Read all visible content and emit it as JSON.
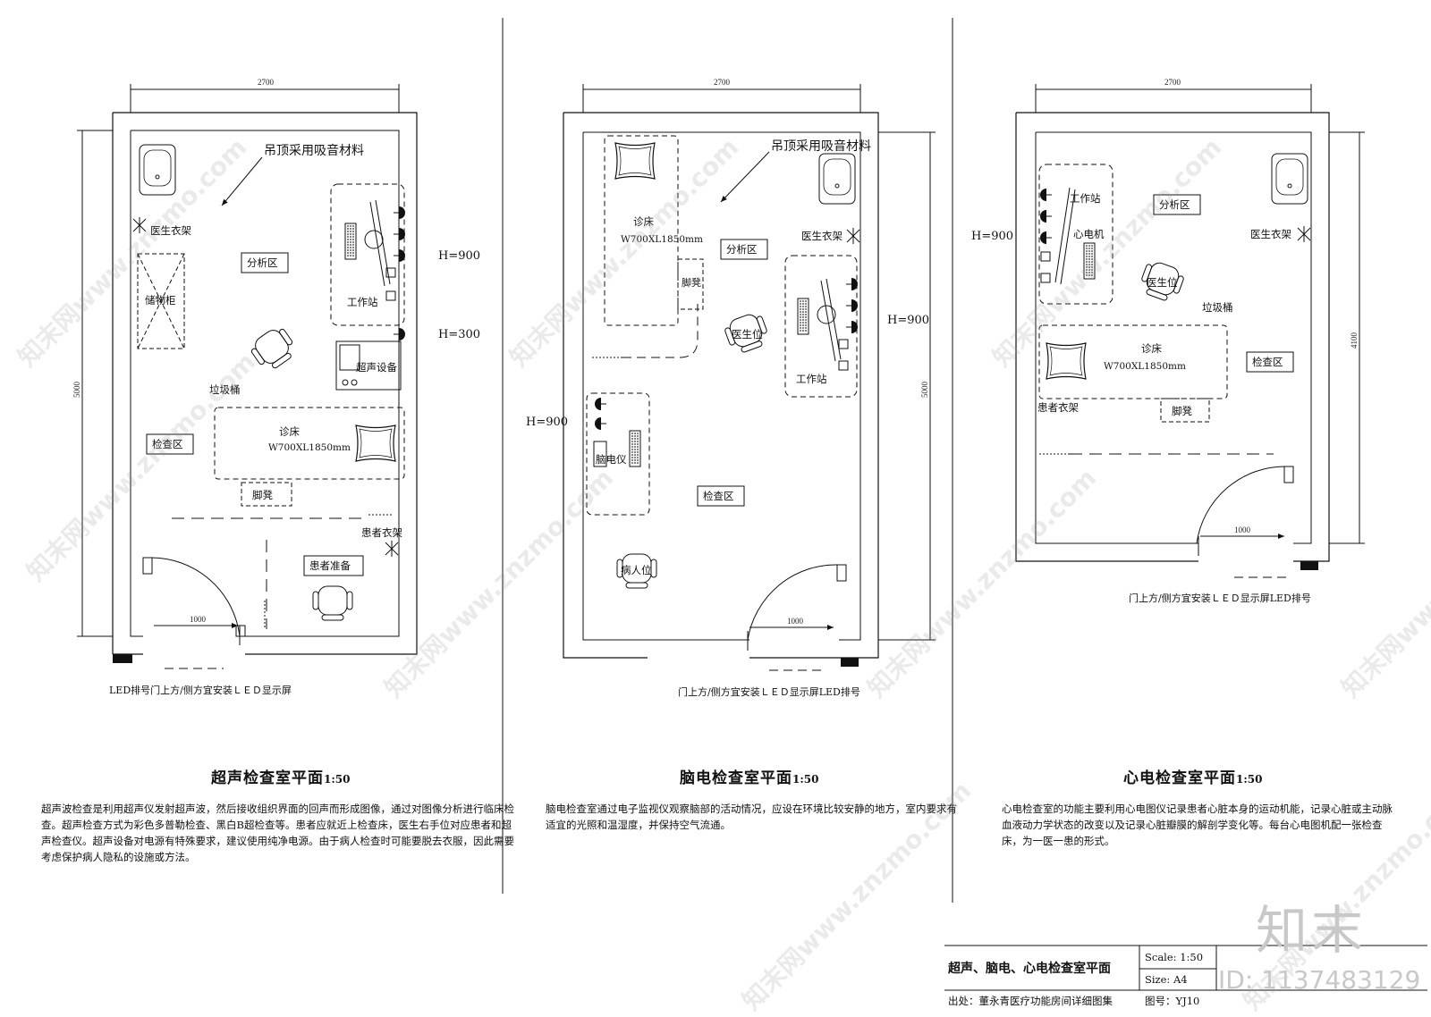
{
  "rooms": {
    "ultrasound": {
      "title": "超声检查室平面",
      "scale": "1:50",
      "dim_width": "2700",
      "dim_height": "5000",
      "door_width": "1000",
      "h1": "H=900",
      "h2": "H=300",
      "ceiling_note": "吊顶采用吸音材料",
      "labels": {
        "doctor_rack": "医生衣架",
        "analysis": "分析区",
        "storage": "储物柜",
        "workstation": "工作站",
        "ultrasound_device": "超声设备",
        "trash": "垃圾桶",
        "exam_area": "检查区",
        "bed": "诊床",
        "bed_size": "W700XL1850mm",
        "footstool": "脚凳",
        "patient_rack": "患者衣架",
        "patient_prep": "患者准备",
        "led_note": "LED排号门上方/侧方宜安装ＬＥＤ显示屏"
      },
      "description": "超声波检查是利用超声仪发射超声波，然后接收组织界面的回声而形成图像，通过对图像分析进行临床检查。超声检查方式为彩色多普勒检查、黑白B超检查等。患者应就近上检查床，医生右手位对应患者和超声检查仪。超声设备对电源有特殊要求，建议使用纯净电源。由于病人检查时可能要脱去衣服，因此需要考虑保护病人隐私的设施或方法。"
    },
    "eeg": {
      "title": "脑电检查室平面",
      "scale": "1:50",
      "dim_width": "2700",
      "dim_height": "5000",
      "door_width": "1000",
      "h1": "H=900",
      "h2": "H=900",
      "ceiling_note": "吊顶采用吸音材料",
      "labels": {
        "bed": "诊床",
        "bed_size": "W700XL1850mm",
        "footstool": "脚凳",
        "analysis": "分析区",
        "doctor_rack": "医生衣架",
        "doctor_seat": "医生位",
        "workstation": "工作站",
        "eeg_device": "脑电仪",
        "exam_area": "检查区",
        "patient_seat": "病人位",
        "led_note": "门上方/侧方宜安装ＬＥＤ显示屏LED排号"
      },
      "description": "脑电检查室通过电子监视仪观察脑部的活动情况，应设在环境比较安静的地方，室内要求有适宜的光照和温湿度，并保持空气流通。"
    },
    "ecg": {
      "title": "心电检查室平面",
      "scale": "1:50",
      "dim_width": "2700",
      "dim_height": "4100",
      "door_width": "1000",
      "h1": "H=900",
      "labels": {
        "workstation": "工作站",
        "ecg_device": "心电机",
        "analysis": "分析区",
        "doctor_rack": "医生衣架",
        "doctor_seat": "医生位",
        "trash": "垃圾桶",
        "bed": "诊床",
        "bed_size": "W700XL1850mm",
        "exam_area": "检查区",
        "patient_rack": "患者衣架",
        "footstool": "脚凳",
        "led_note": "门上方/侧方宜安装ＬＥＤ显示屏LED排号"
      },
      "description": "心电检查室的功能主要利用心电图仪记录患者心脏本身的运动机能，记录心脏或主动脉血液动力学状态的改变以及记录心脏瓣膜的解剖学变化等。每台心电图机配一张检查床，为一医一患的形式。"
    }
  },
  "title_block": {
    "sheet_title": "超声、脑电、心电检查室平面",
    "scale_label": "Scale: 1:50",
    "size_label": "Size: A4",
    "source": "出处：董永青医疗功能房间详细图集",
    "drawing_no": "图号：YJ10"
  },
  "watermark": {
    "text": "知末网www.znzmo.com",
    "brand": "知末",
    "id": "ID: 1137483129"
  }
}
